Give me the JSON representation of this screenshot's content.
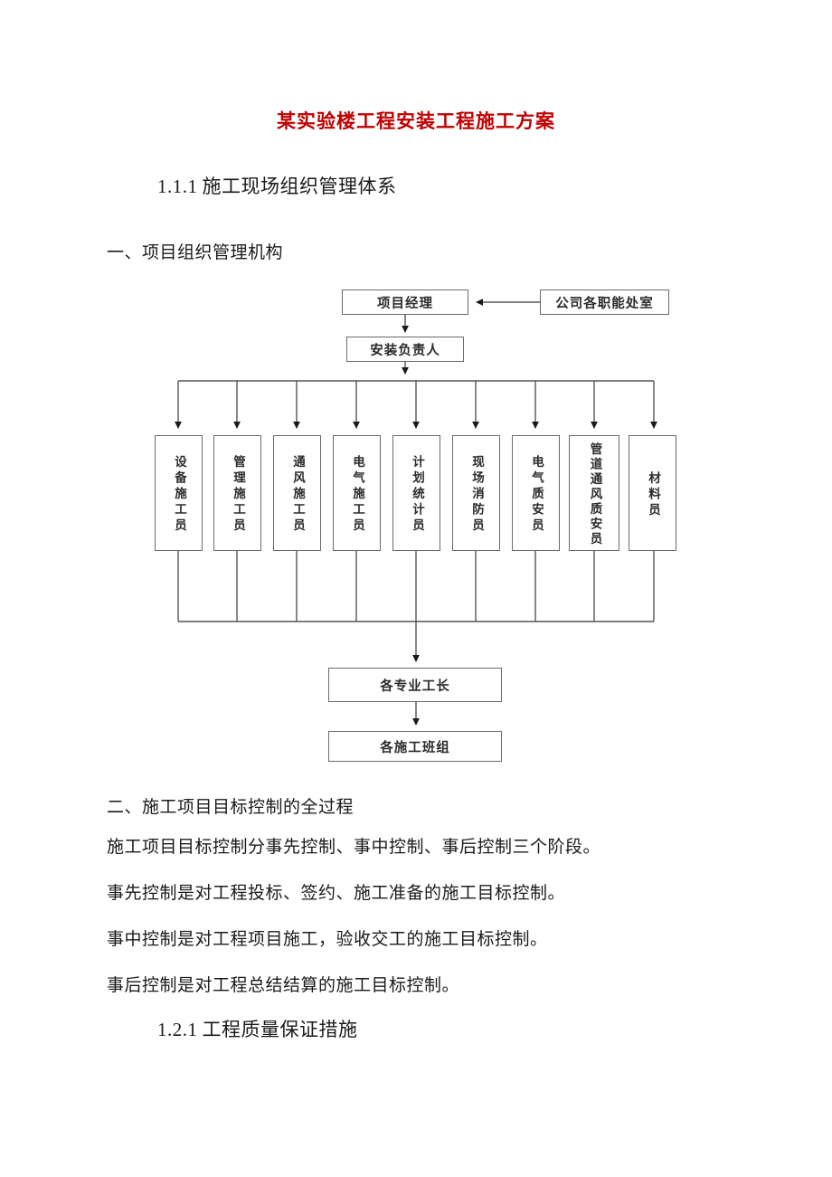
{
  "document": {
    "title": "某实验楼工程安装工程施工方案",
    "title_color": "#c00000"
  },
  "sections": {
    "heading_111_num": "1.1.1",
    "heading_111_text": "施工现场组织管理体系",
    "heading_one": "一、项目组织管理机构",
    "heading_two": "二、施工项目目标控制的全过程",
    "heading_121_num": "1.2.1",
    "heading_121_text": "工程质量保证措施"
  },
  "paragraphs": {
    "line1": "施工项目目标控制分事先控制、事中控制、事后控制三个阶段。",
    "line2": "事先控制是对工程投标、签约、施工准备的施工目标控制。",
    "line3": "事中控制是对工程项目施工，验收交工的施工目标控制。",
    "line4": "事后控制是对工程总结结算的施工目标控制。"
  },
  "org_chart": {
    "project_manager": "项目经理",
    "company_departments": "公司各职能处室",
    "install_supervisor": "安装负责人",
    "staff": [
      {
        "text": "设备施工员"
      },
      {
        "text": "管理施工员"
      },
      {
        "text": "通风施工员"
      },
      {
        "text": "电气施工员"
      },
      {
        "text": "计划统计员"
      },
      {
        "text": "现场消防员"
      },
      {
        "text": "电气质安员"
      },
      {
        "text": "管道",
        "text2": "通风质安员"
      },
      {
        "text": "材料员"
      }
    ],
    "foremen": "各专业工长",
    "work_teams": "各施工班组",
    "line_color": "#6b6b6b"
  }
}
